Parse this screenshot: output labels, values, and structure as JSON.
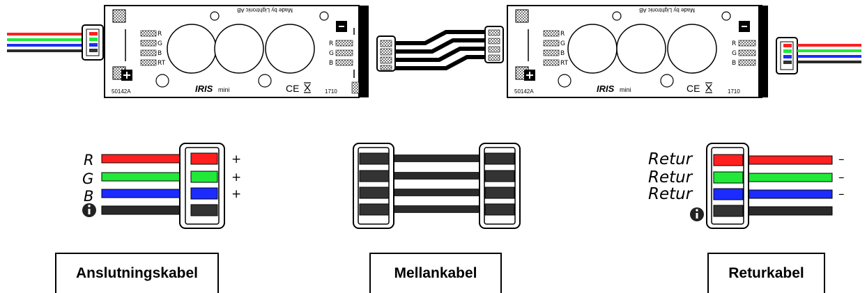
{
  "colors": {
    "red": "#ff1f1f",
    "green": "#22e83a",
    "blue": "#1c2cff",
    "black": "#2a2a2a",
    "white": "#ffffff"
  },
  "modules": [
    {
      "part_no": "50142A",
      "date_code": "1710",
      "brand": "IRIS",
      "brand_sub": "mini",
      "mirrored_text": "Made by Lightronic AB",
      "channels": [
        "R",
        "G",
        "B",
        "RT"
      ],
      "ce_mark": "CE"
    },
    {
      "part_no": "50142A",
      "date_code": "1710",
      "brand": "IRIS",
      "brand_sub": "mini",
      "mirrored_text": "Made by Lightronic AB",
      "channels": [
        "R",
        "G",
        "B",
        "RT"
      ],
      "ce_mark": "CE"
    }
  ],
  "connection_cable": {
    "wires": [
      {
        "letter": "R",
        "color": "red",
        "polarity": "+"
      },
      {
        "letter": "G",
        "color": "green",
        "polarity": "+"
      },
      {
        "letter": "B",
        "color": "blue",
        "polarity": "+"
      },
      {
        "letter": "",
        "color": "black",
        "polarity": "",
        "icon": "info-icon"
      }
    ],
    "label": "Anslutningskabel"
  },
  "middle_cable": {
    "wire_count": 4,
    "label": "Mellankabel"
  },
  "return_cable": {
    "wires": [
      {
        "text": "Retur",
        "color": "red",
        "polarity": "–"
      },
      {
        "text": "Retur",
        "color": "green",
        "polarity": "–"
      },
      {
        "text": "Retur",
        "color": "blue",
        "polarity": "–"
      },
      {
        "text": "",
        "color": "black",
        "polarity": "",
        "icon": "info-icon"
      }
    ],
    "label": "Returkabel"
  }
}
